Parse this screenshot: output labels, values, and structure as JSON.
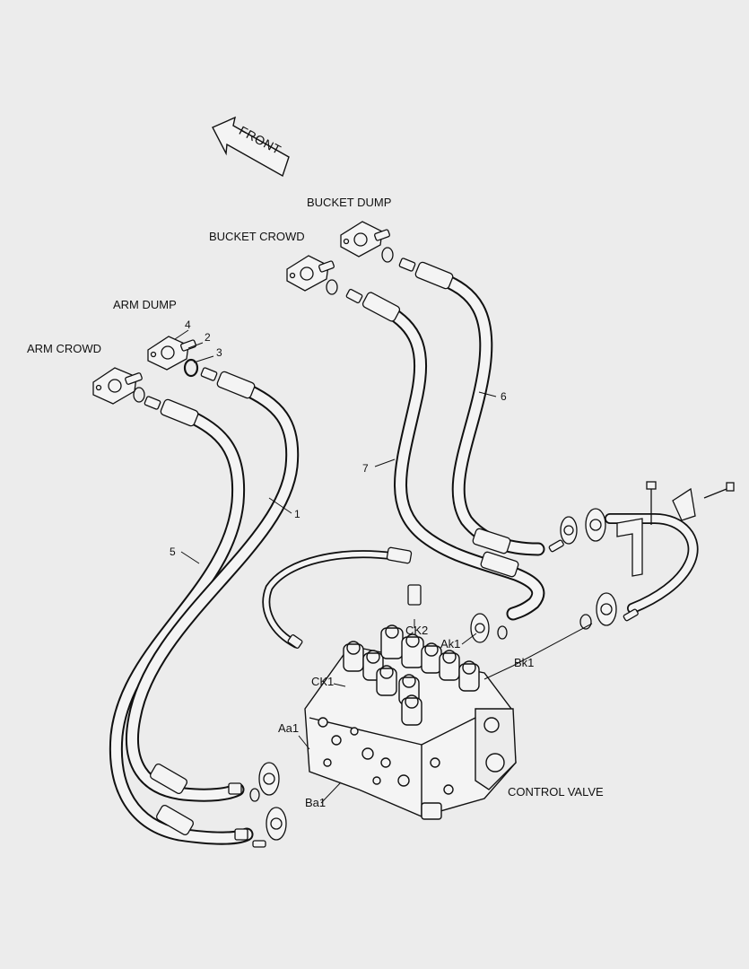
{
  "diagram": {
    "front_label": "FRONT",
    "hose_labels": {
      "bucket_dump": "BUCKET DUMP",
      "bucket_crowd": "BUCKET CROWD",
      "arm_dump": "ARM DUMP",
      "arm_crowd": "ARM CROWD"
    },
    "part_numbers": {
      "p1": "1",
      "p2": "2",
      "p3": "3",
      "p4": "4",
      "p5": "5",
      "p6": "6",
      "p7": "7"
    },
    "port_labels": {
      "ck2": "CK2",
      "ck1": "CK1",
      "ak1": "Ak1",
      "bk1": "Bk1",
      "aa1": "Aa1",
      "ba1": "Ba1"
    },
    "component_label": "CONTROL VALVE"
  }
}
